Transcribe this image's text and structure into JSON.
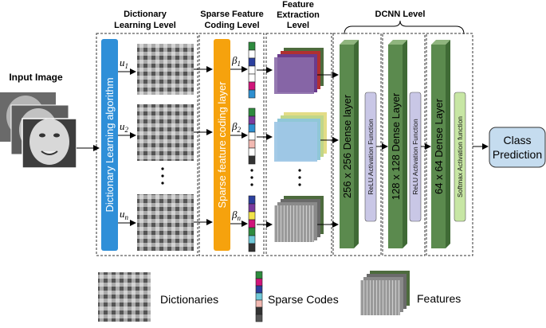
{
  "headers": {
    "dictionary": [
      "Dictionary",
      "Learning Level"
    ],
    "sparse": [
      "Sparse Feature",
      "Coding Level"
    ],
    "feature": [
      "Feature",
      "Extraction",
      "Level"
    ],
    "dcnn": "DCNN Level"
  },
  "input_label": "Input Image",
  "dictionary_algorithm": "Dictionary Learning algorithm",
  "sparse_layer": "Sparse feature coding layer",
  "u_labels": [
    "u",
    "1",
    "u",
    "2",
    "u",
    "n"
  ],
  "beta_labels": [
    "β",
    "1",
    "β",
    "2",
    "β",
    "n"
  ],
  "dense_layers": [
    "256 x 256 Dense layer",
    "128 x 128 Dense Layer",
    "64 x 64 Dense Layer"
  ],
  "activations": [
    "ReLU Activation Function",
    "ReLU Activation Function",
    "Softmax Activation function"
  ],
  "output": [
    "Class",
    "Prediction"
  ],
  "legend": {
    "dictionaries": "Dictionaries",
    "sparse_codes": "Sparse Codes",
    "features": "Features"
  },
  "colors": {
    "blue_bar": "#2f8fd8",
    "orange_bar": "#f6a20d",
    "dense_green": "#5b8a4e",
    "activation_lavender": "#c9c7e6",
    "softmax_green": "#c7e6a4",
    "class_box": "#c5dcef"
  }
}
